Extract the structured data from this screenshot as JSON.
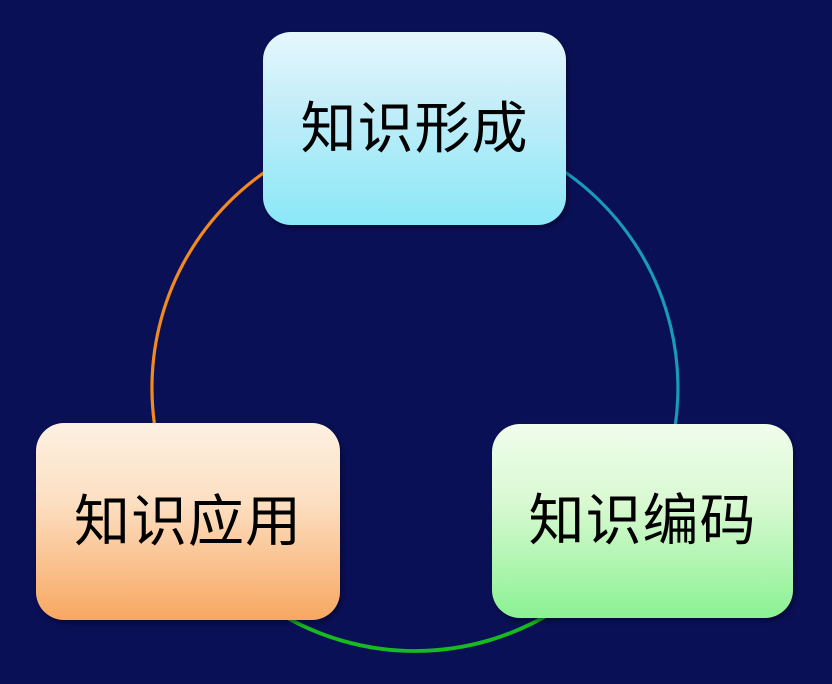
{
  "page": {
    "background_color": "#0a1055"
  },
  "diagram": {
    "type": "cycle",
    "nodes": [
      {
        "label": "知识形成",
        "position": "top",
        "fill_top": "#e6f7fd",
        "fill_mid": "#c2edf8",
        "fill_bottom": "#8ae8f7",
        "text_color": "#000000"
      },
      {
        "label": "知识应用",
        "position": "bottom-left",
        "fill_top": "#fdf1e1",
        "fill_mid": "#fcdfc2",
        "fill_bottom": "#f8a761",
        "text_color": "#000000"
      },
      {
        "label": "知识编码",
        "position": "bottom-right",
        "fill_top": "#f0fdec",
        "fill_mid": "#d9f9d2",
        "fill_bottom": "#8bf293",
        "text_color": "#000000"
      }
    ],
    "arcs": [
      {
        "name": "left-arc",
        "connects": [
          "知识应用",
          "知识形成"
        ],
        "color": "#f28a1e"
      },
      {
        "name": "right-arc",
        "connects": [
          "知识形成",
          "知识编码"
        ],
        "color": "#189ab8"
      },
      {
        "name": "bottom-arc",
        "connects": [
          "知识编码",
          "知识应用"
        ],
        "color": "#16bb20"
      }
    ]
  }
}
